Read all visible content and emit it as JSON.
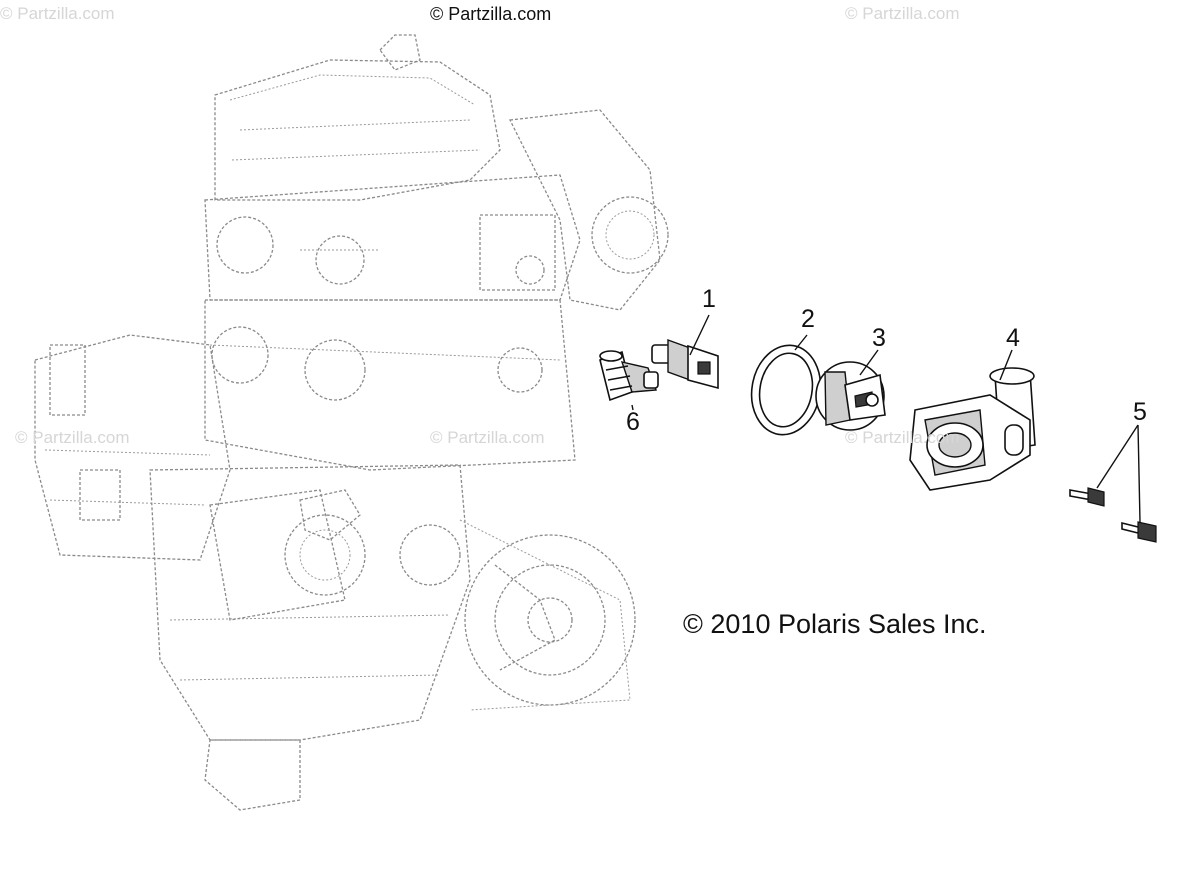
{
  "watermarks": {
    "top_left": "© Partzilla.com",
    "top_center": "© Partzilla.com",
    "top_right": "© Partzilla.com",
    "mid_left": "© Partzilla.com",
    "mid_center": "© Partzilla.com",
    "mid_right": "© Partzilla.com"
  },
  "callouts": {
    "c1": "1",
    "c2": "2",
    "c3": "3",
    "c4": "4",
    "c5": "5",
    "c6": "6"
  },
  "copyright": "© 2010 Polaris Sales Inc.",
  "colors": {
    "ink": "#111111",
    "ghost_outline": "#8a8a8a",
    "watermark": "#d6d6d6"
  }
}
